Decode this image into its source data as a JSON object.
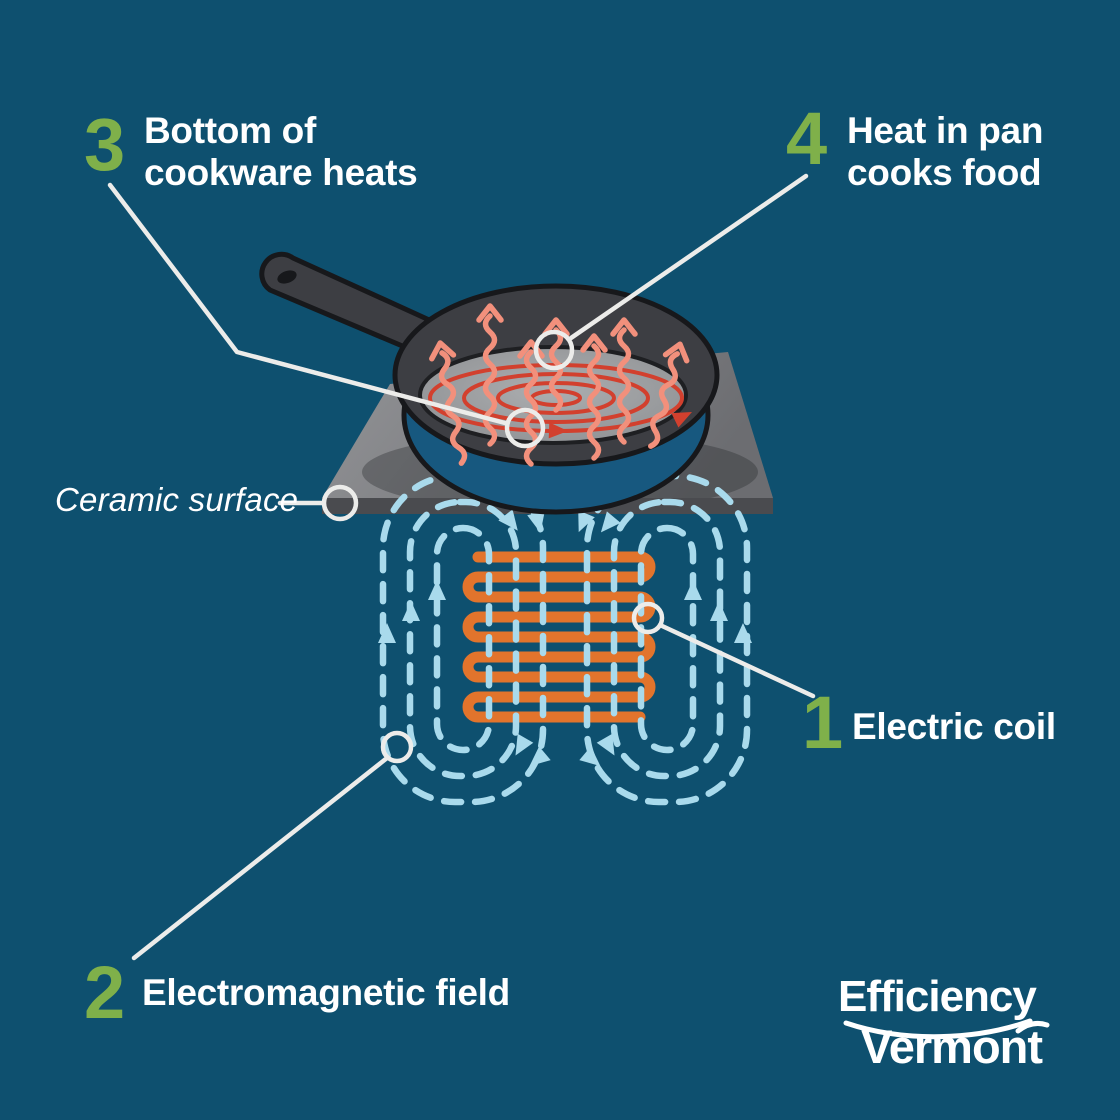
{
  "colors": {
    "background": "#0e506f",
    "accent_green": "#7fb04a",
    "text_white": "#ffffff",
    "coil_orange": "#e2742c",
    "field_blue": "#a9daec",
    "heat_arrow_salmon": "#f2907c",
    "eddy_current_red": "#d2402e",
    "callout_white": "#ececea",
    "cooktop_gray": "#85868a",
    "pan_charcoal": "#3d3e43",
    "pan_blue": "#17587f"
  },
  "callouts": {
    "electric_coil": {
      "number": "1",
      "label": "Electric coil"
    },
    "electromagnetic_field": {
      "number": "2",
      "label": "Electromagnetic field"
    },
    "bottom_of_cookware": {
      "number": "3",
      "lines": [
        "Bottom of",
        "cookware heats"
      ]
    },
    "heat_in_pan": {
      "number": "4",
      "lines": [
        "Heat in pan",
        "cooks food"
      ]
    },
    "ceramic_surface": {
      "label": "Ceramic surface"
    }
  },
  "logo": {
    "line1": "Efficiency",
    "line2": "Vermont"
  }
}
